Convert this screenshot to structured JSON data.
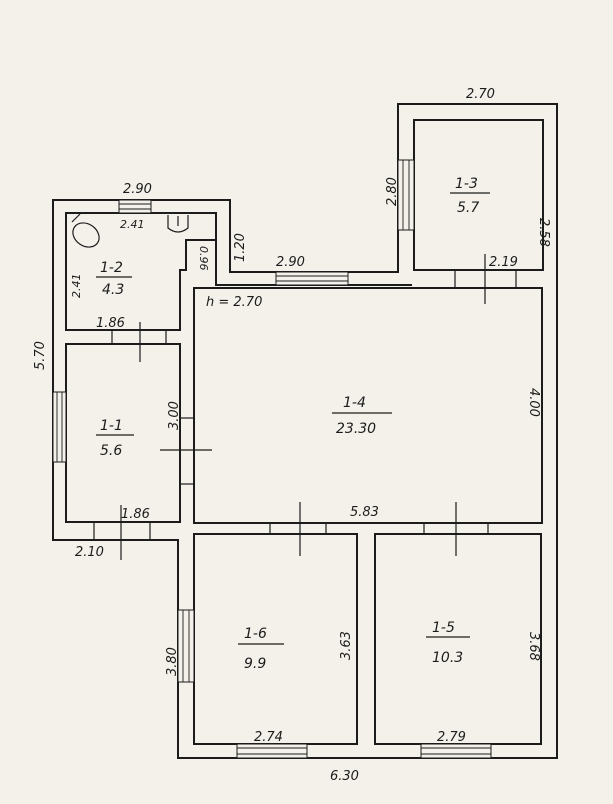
{
  "rooms": [
    {
      "id": "1-1",
      "area": "5.6"
    },
    {
      "id": "1-2",
      "area": "4.3"
    },
    {
      "id": "1-3",
      "area": "5.7"
    },
    {
      "id": "1-4",
      "area": "23.30"
    },
    {
      "id": "1-5",
      "area": "10.3"
    },
    {
      "id": "1-6",
      "area": "9.9"
    }
  ],
  "ceiling_height": "h = 2.70",
  "dimensions": {
    "top_right_width": "2.70",
    "r13_height_left": "2.80",
    "r13_height_right": "2.58",
    "r13_bottom": "2.19",
    "r12_top_outer": "2.90",
    "r12_top_inner": "2.41",
    "r12_notch": "0.96",
    "r12_side": "2.41",
    "step_left": "1.20",
    "main_top": "2.90",
    "r12_bottom": "1.86",
    "left_wing_height": "5.70",
    "r11_height": "3.00",
    "r11_bottom": "1.86",
    "left_bottom": "2.10",
    "r14_height": "4.00",
    "r14_bottom": "5.83",
    "r16_left": "3.80",
    "r16_right": "3.63",
    "r15_right": "3.68",
    "r16_bottom": "2.74",
    "r15_bottom": "2.79",
    "overall_width": "6.30"
  }
}
